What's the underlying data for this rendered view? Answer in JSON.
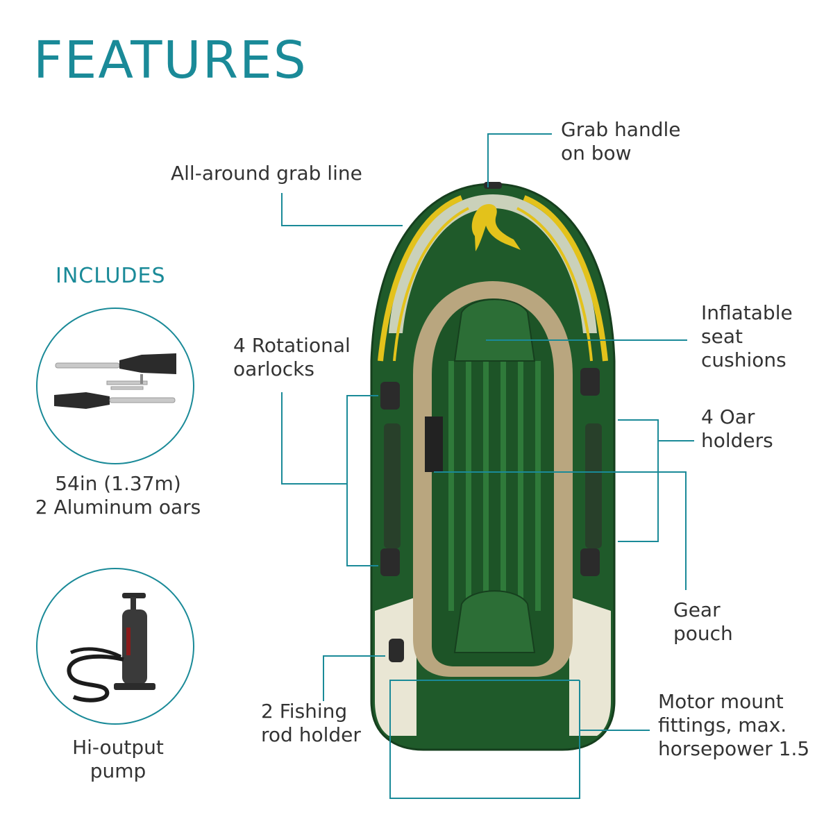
{
  "heading": "FEATURES",
  "includes_heading": "INCLUDES",
  "colors": {
    "accent": "#1a8a98",
    "hull": "#1f5a2a",
    "stripe": "#e3c21b",
    "tan": "#b9a67f",
    "cream": "#e9e6d4"
  },
  "includes": {
    "oars_line1": "54in (1.37m)",
    "oars_line2": "2 Aluminum oars",
    "pump_line1": "Hi-output",
    "pump_line2": "pump"
  },
  "callouts": {
    "grab_handle_line1": "Grab handle",
    "grab_handle_line2": "on bow",
    "grab_line": "All-around grab line",
    "oarlocks_line1": "4 Rotational",
    "oarlocks_line2": "oarlocks",
    "seat_line1": "Inflatable",
    "seat_line2": "seat",
    "seat_line3": "cushions",
    "oar_holders_line1": "4 Oar",
    "oar_holders_line2": "holders",
    "gear_line1": "Gear",
    "gear_line2": "pouch",
    "rod_line1": "2 Fishing",
    "rod_line2": "rod holder",
    "motor_line1": "Motor mount",
    "motor_line2": "fittings, max.",
    "motor_line3": "horsepower 1.5"
  }
}
